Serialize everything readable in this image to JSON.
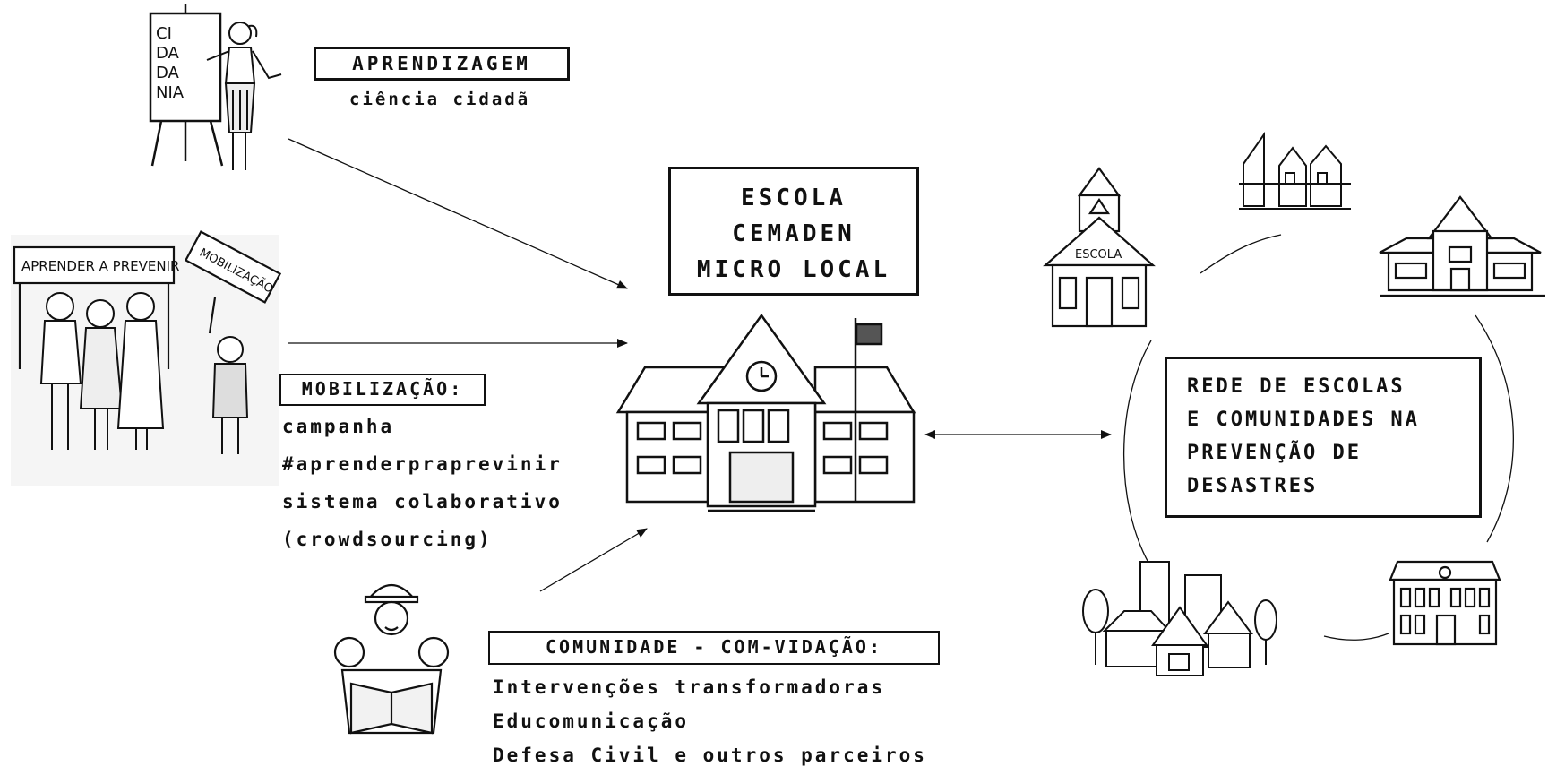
{
  "aprendizagem": {
    "title": "APRENDIZAGEM",
    "subtitle": "ciência cidadã"
  },
  "center": {
    "line1": "ESCOLA",
    "line2": "CEMADEN",
    "line3": "MICRO LOCAL"
  },
  "mobilizacao": {
    "title": "MOBILIZAÇÃO:",
    "items": [
      "campanha",
      "#aprenderpraprevinir",
      "sistema colaborativo",
      "(crowdsourcing)"
    ]
  },
  "comunidade": {
    "title": "COMUNIDADE - COM-VIDAÇÃO:",
    "items": [
      "Intervenções transformadoras",
      "Educomunicação",
      "Defesa Civil e outros parceiros"
    ]
  },
  "rede": {
    "line1": "REDE DE ESCOLAS",
    "line2": "E COMUNIDADES NA",
    "line3": "PREVENÇÃO DE",
    "line4": "DESASTRES"
  },
  "signs": {
    "cidadania": [
      "CI",
      "DA",
      "DA",
      "NIA"
    ],
    "aprender": "APRENDER A PREVENIR",
    "mobilizacao": "MOBILIZAÇÃO",
    "escola": "ESCOLA"
  }
}
